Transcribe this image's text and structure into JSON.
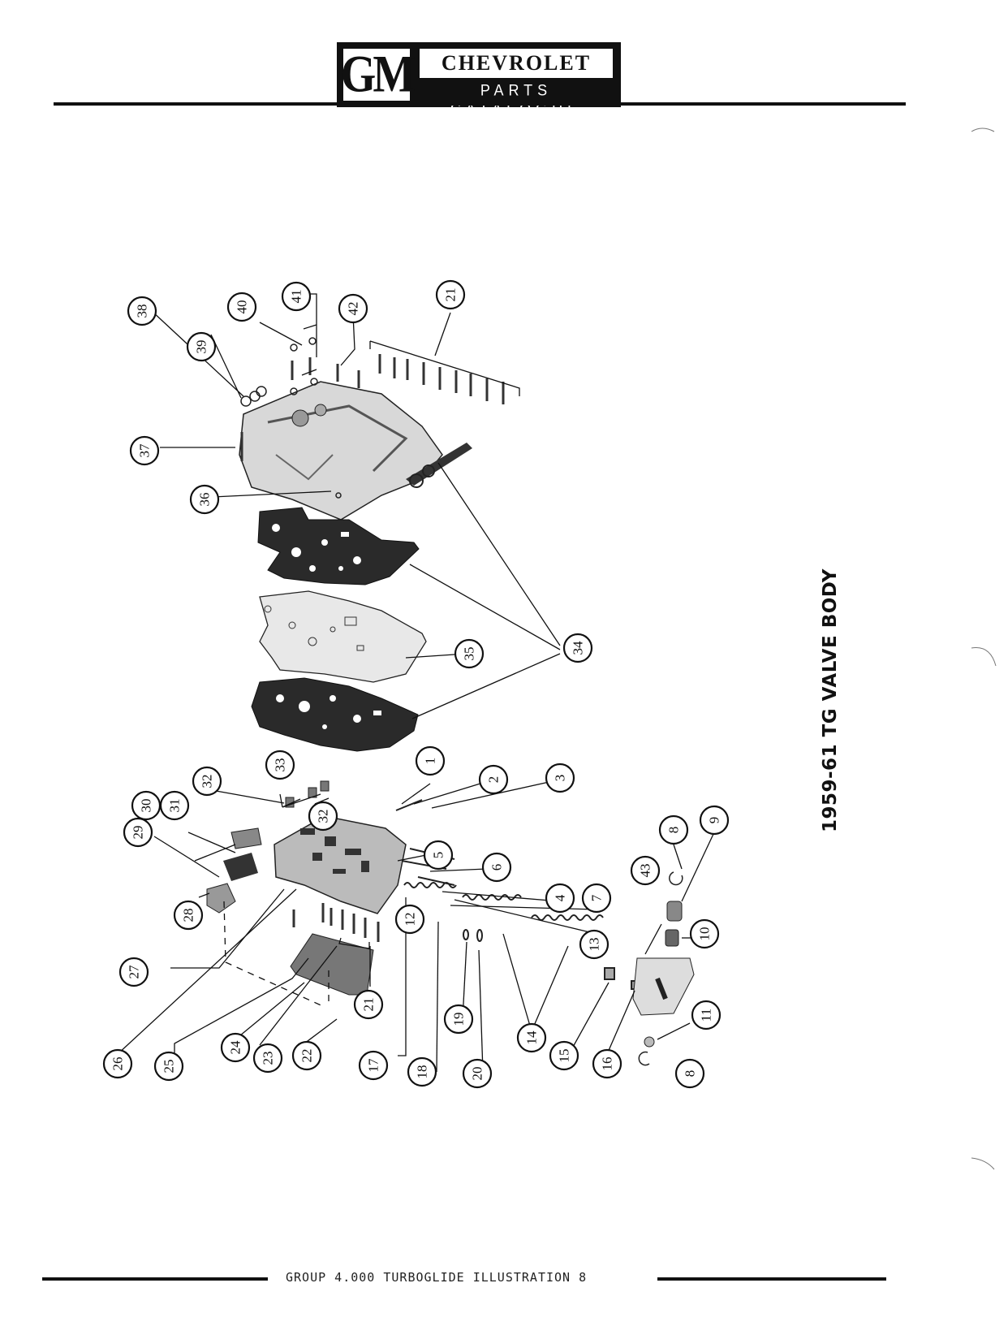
{
  "header": {
    "logo_mark": "GM",
    "brand": "CHEVROLET",
    "subtitle": "PARTS CATALOGUE"
  },
  "side_title": "1959-61 TG VALVE BODY",
  "footer": {
    "text": "GROUP 4.000 TURBOGLIDE ILLUSTRATION 8"
  },
  "callouts": [
    "1",
    "2",
    "3",
    "4",
    "5",
    "6",
    "7",
    "8",
    "8",
    "9",
    "10",
    "11",
    "12",
    "13",
    "14",
    "15",
    "16",
    "17",
    "18",
    "19",
    "20",
    "21",
    "21",
    "22",
    "23",
    "24",
    "25",
    "26",
    "27",
    "28",
    "29",
    "30",
    "31",
    "32",
    "32",
    "33",
    "34",
    "35",
    "36",
    "37",
    "38",
    "39",
    "40",
    "41",
    "42",
    "43"
  ],
  "colors": {
    "ink": "#111111",
    "paper": "#ffffff"
  }
}
